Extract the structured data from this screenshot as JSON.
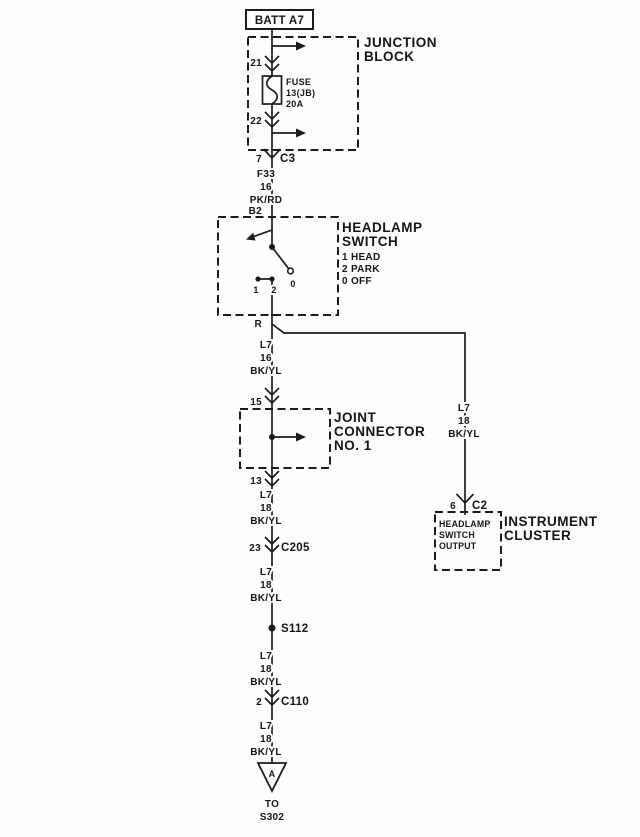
{
  "batt": {
    "label": "BATT A7"
  },
  "junction": {
    "title1": "JUNCTION",
    "title2": "BLOCK",
    "pin_top": "21",
    "pin_bottom": "22",
    "fuse_line1": "FUSE",
    "fuse_line2": "13(JB)",
    "fuse_line3": "20A",
    "pin_out": "7",
    "connector_out": "C3"
  },
  "wire_f33": {
    "circuit": "F33",
    "gauge": "16",
    "color": "PK/RD"
  },
  "headlamp_switch": {
    "pin_in": "B2",
    "title1": "HEADLAMP",
    "title2": "SWITCH",
    "legend1": "1 HEAD",
    "legend2": "2 PARK",
    "legend3": "0 OFF",
    "contact1": "1",
    "contact2": "2",
    "contact0": "0",
    "pin_out": "R"
  },
  "wire_switch_out": {
    "circuit": "L7",
    "gauge": "16",
    "color": "BK/YL"
  },
  "joint_connector": {
    "pin_in": "15",
    "title1": "JOINT",
    "title2": "CONNECTOR",
    "title3": "NO. 1",
    "pin_out": "13"
  },
  "wire_joint_out": {
    "circuit": "L7",
    "gauge": "18",
    "color": "BK/YL"
  },
  "c205": {
    "pin": "23",
    "label": "C205"
  },
  "wire_c205_out": {
    "circuit": "L7",
    "gauge": "18",
    "color": "BK/YL"
  },
  "s112": {
    "label": "S112"
  },
  "wire_s112_out": {
    "circuit": "L7",
    "gauge": "18",
    "color": "BK/YL"
  },
  "c110": {
    "pin": "2",
    "label": "C110"
  },
  "wire_c110_out": {
    "circuit": "L7",
    "gauge": "18",
    "color": "BK/YL"
  },
  "offpage": {
    "letter": "A",
    "to_line1": "TO",
    "to_line2": "S302"
  },
  "cluster_branch": {
    "wire": {
      "circuit": "L7",
      "gauge": "18",
      "color": "BK/YL"
    },
    "pin": "6",
    "connector": "C2",
    "box_line1": "HEADLAMP",
    "box_line2": "SWITCH",
    "box_line3": "OUTPUT",
    "title1": "INSTRUMENT",
    "title2": "CLUSTER"
  }
}
